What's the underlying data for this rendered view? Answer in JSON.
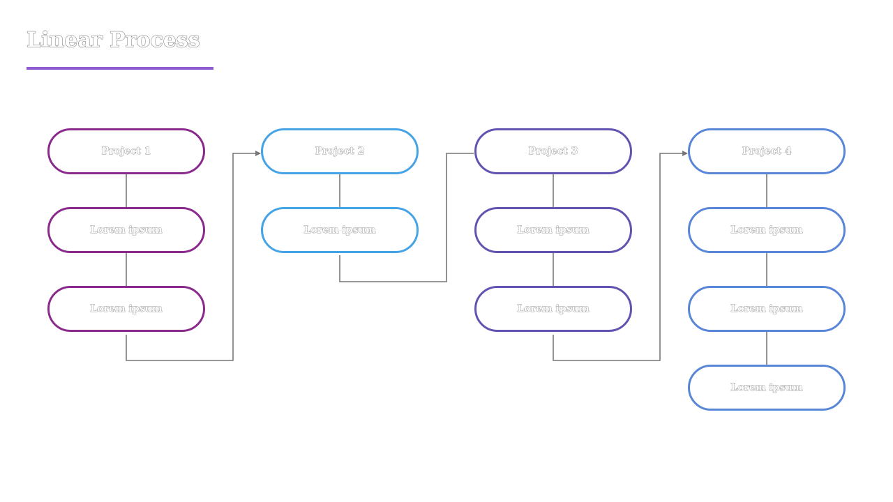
{
  "title": "Linear Process",
  "colors": {
    "accent_rule": "#8e5bd0",
    "connector": "#777777",
    "project_1": "#8a2a8c",
    "project_2": "#45a3e6",
    "project_3": "#6452b0",
    "project_4": "#5a86d8"
  },
  "projects": [
    {
      "label": "Project 1",
      "items": [
        "Lorem ipsum",
        "Lorem ipsum"
      ]
    },
    {
      "label": "Project 2",
      "items": [
        "Lorem ipsum"
      ]
    },
    {
      "label": "Project 3",
      "items": [
        "Lorem ipsum",
        "Lorem ipsum"
      ]
    },
    {
      "label": "Project 4",
      "items": [
        "Lorem ipsum",
        "Lorem ipsum",
        "Lorem ipsum"
      ]
    }
  ]
}
